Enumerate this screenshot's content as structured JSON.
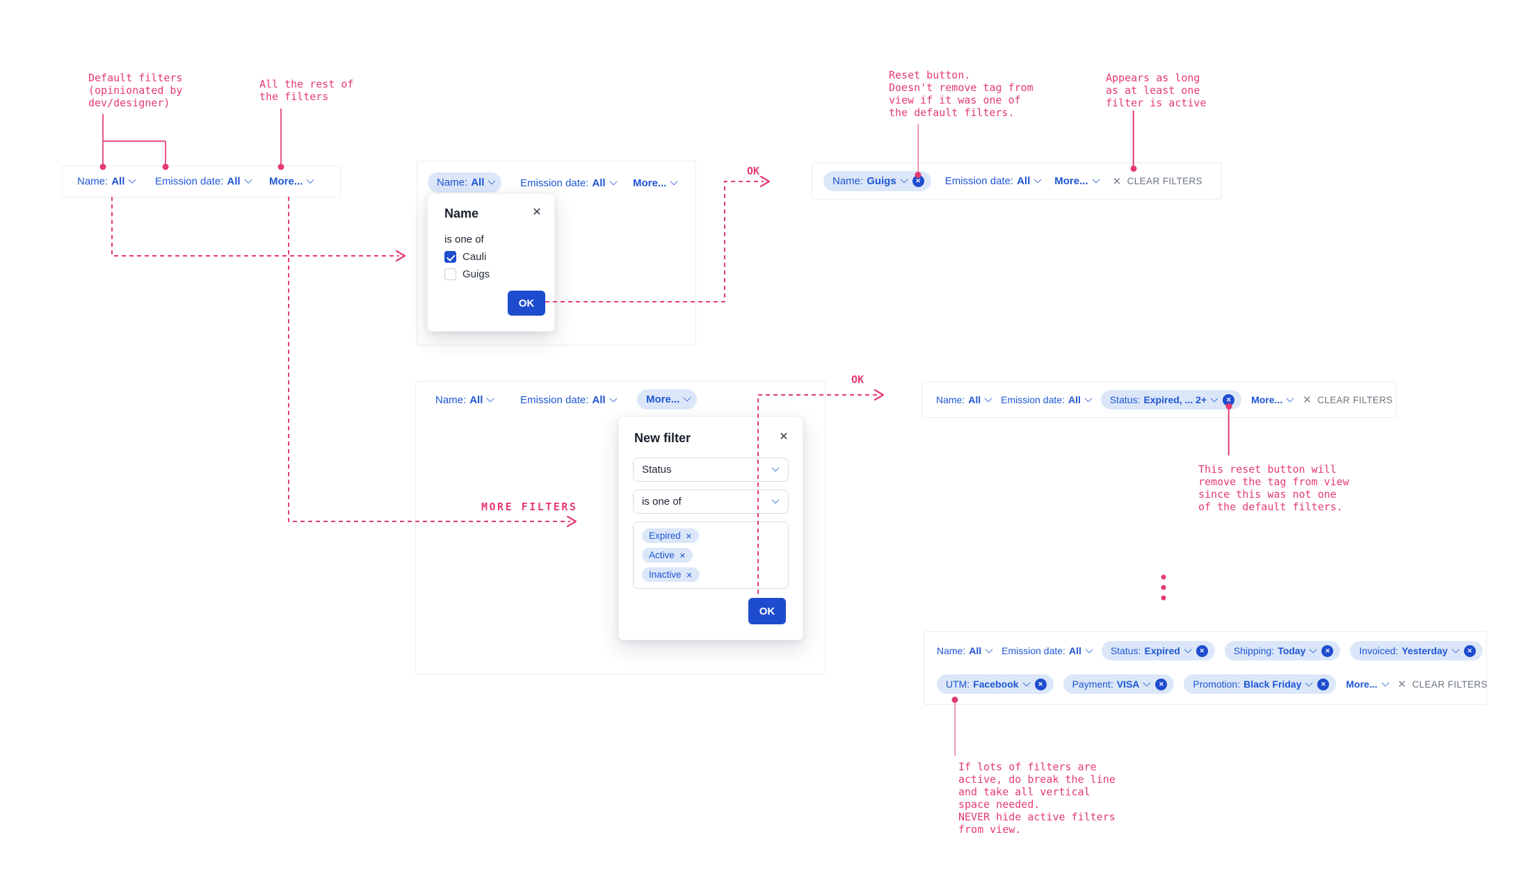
{
  "colors": {
    "blue": "#1d55d4",
    "pill_background": "#dbe7f9",
    "button_blue": "#1d4cce",
    "annotation_pink": "#e43a72",
    "gray": "#6b737f"
  },
  "icons": {
    "close_icon": "✕",
    "remove_filter_icon": "✕",
    "clear_filters_icon": "✕",
    "chevron_down_icon": "⌄",
    "checkmark_icon": "✓"
  },
  "notes": {
    "default_filters": "Default filters\n(opinionated by\ndev/designer)",
    "all_the_rest": "All the rest of\nthe filters",
    "reset_button": "Reset button.\nDoesn't remove tag from\nview if it was one of\nthe default filters.",
    "appears_as_long": "Appears as long\nas at least one\nfilter is active",
    "reset_removes_tag": "This reset button will\nremove the tag from view\nsince this was not one\nof the default filters.",
    "break_the_line": "If lots of filters are\nactive, do break the line\nand take all vertical\nspace needed.\nNEVER hide active filters\nfrom view.",
    "ok_label_1": "OK",
    "ok_label_2": "OK",
    "more_filters_label": "MORE FILTERS"
  },
  "bar_default": {
    "name_label": "Name:",
    "name_value": "All",
    "emission_label": "Emission date:",
    "emission_value": "All",
    "more_label": "More..."
  },
  "bar_name_open": {
    "pill_label": "Name:",
    "pill_value": "All",
    "emission_label": "Emission date:",
    "emission_value": "All",
    "more_label": "More...",
    "modal": {
      "title": "Name",
      "operator": "is one of",
      "options": [
        {
          "label": "Cauli",
          "checked": true
        },
        {
          "label": "Guigs",
          "checked": false
        }
      ],
      "ok_label": "OK"
    }
  },
  "bar_name_applied": {
    "pill_label": "Name:",
    "pill_value": "Guigs",
    "emission_label": "Emission date:",
    "emission_value": "All",
    "more_label": "More...",
    "clear_label": "CLEAR FILTERS"
  },
  "bar_more_open": {
    "name_label": "Name:",
    "name_value": "All",
    "emission_label": "Emission date:",
    "emission_value": "All",
    "more_label": "More...",
    "modal": {
      "title": "New filter",
      "field_value": "Status",
      "operator_value": "is one of",
      "chips": [
        "Expired",
        "Active",
        "Inactive"
      ],
      "ok_label": "OK"
    }
  },
  "bar_status_applied": {
    "name_label": "Name:",
    "name_value": "All",
    "emission_label": "Emission date:",
    "emission_value": "All",
    "status_label": "Status:",
    "status_value": "Expired, ... 2+",
    "more_label": "More...",
    "clear_label": "CLEAR FILTERS"
  },
  "bar_many_filters": {
    "row1": {
      "name_label": "Name:",
      "name_value": "All",
      "emission_label": "Emission date:",
      "emission_value": "All",
      "status_label": "Status:",
      "status_value": "Expired",
      "shipping_label": "Shipping:",
      "shipping_value": "Today",
      "invoiced_label": "Invoiced:",
      "invoiced_value": "Yesterday"
    },
    "row2": {
      "utm_label": "UTM:",
      "utm_value": "Facebook",
      "payment_label": "Payment:",
      "payment_value": "VISA",
      "promotion_label": "Promotion:",
      "promotion_value": "Black Friday",
      "more_label": "More...",
      "clear_label": "CLEAR FILTERS"
    }
  }
}
